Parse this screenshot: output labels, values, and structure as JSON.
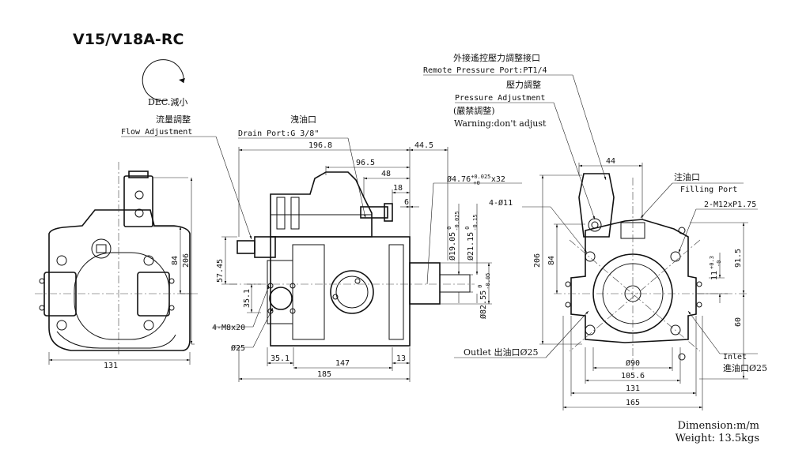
{
  "title": "V15/V18A-RC",
  "dec_label": "DEC.減小",
  "flow": {
    "cn": "流量調整",
    "en": "Flow Adjustment"
  },
  "drain": {
    "cn": "洩油口",
    "en": "Drain Port:G 3/8\""
  },
  "remote": {
    "cn": "外接遙控壓力調整接口",
    "en": "Remote Pressure Port:PT1/4"
  },
  "pressure": {
    "cn": "壓力調整",
    "en": "Pressure Adjustment",
    "cn_warn": "(嚴禁調整)",
    "en_warn": "Warning:don't adjust"
  },
  "filling": {
    "cn": "注油口",
    "en": "Filling Port"
  },
  "outlet": "Outlet 出油口Ø25",
  "inlet": {
    "en": "Inlet",
    "cn": "進油口Ø25"
  },
  "left_view": {
    "dim_width": "131",
    "dim_84": "84",
    "dim_206": "206"
  },
  "side_view": {
    "dim_196_8": "196.8",
    "dim_44_5": "44.5",
    "dim_96_5": "96.5",
    "dim_48": "48",
    "dim_18": "18",
    "dim_6": "6",
    "keyway": "Ø4.76",
    "keyway_tol_up": "+0.025",
    "keyway_tol_dn": "+0",
    "keyway_len": "x32",
    "dim_19": "Ø19.05",
    "tol_0": "0",
    "tol_19": "-0.025",
    "dim_21": "Ø21.15",
    "tol_21": "-0.15",
    "dim_82": "Ø82.55",
    "tol_82": "-0.05",
    "dim_57": "57.45",
    "dim_35_v": "35.1",
    "bolts": "4-M8x20",
    "port": "Ø25",
    "dim_35_h": "35.1",
    "dim_147": "147",
    "dim_13": "13",
    "dim_185": "185"
  },
  "right_view": {
    "dim_44": "44",
    "holes": "4-Ø11",
    "tap": "2-M12xP1.75",
    "dim_206": "206",
    "dim_84": "84",
    "dim_11": "11",
    "tol_11_up": "+0.3",
    "tol_11_dn": "-0",
    "dim_91_5": "91.5",
    "dim_60": "60",
    "dim_90": "Ø90",
    "dim_105": "105.6",
    "dim_131": "131",
    "dim_165": "165"
  },
  "footer": {
    "dimension": "Dimension:m/m",
    "weight": "Weight: 13.5kgs"
  }
}
